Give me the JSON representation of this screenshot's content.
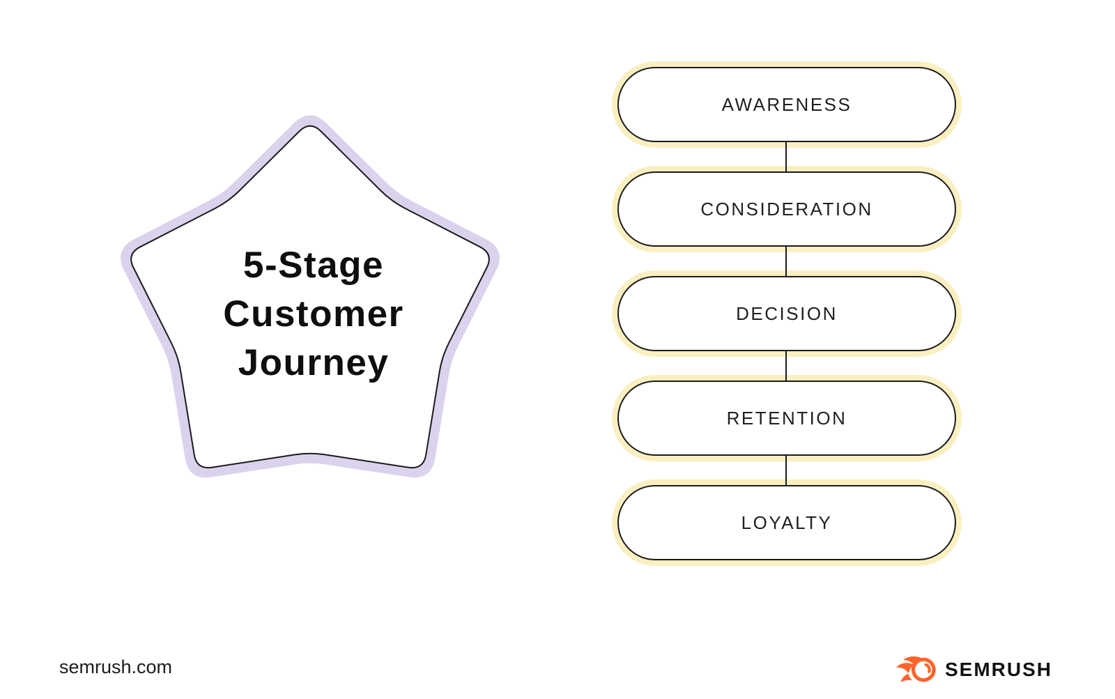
{
  "page": {
    "background": "#ffffff"
  },
  "star_badge": {
    "title_lines": [
      "5-Stage",
      "Customer",
      "Journey"
    ],
    "halo_color": "#DBD2ED",
    "outline_color": "#1b1b1b",
    "fill_color": "#ffffff",
    "text_color": "#0e0e0e"
  },
  "stages": {
    "halo_color": "#F9EFC1",
    "outline_color": "#1b1b1b",
    "fill_color": "#ffffff",
    "items": [
      {
        "label": "AWARENESS"
      },
      {
        "label": "CONSIDERATION"
      },
      {
        "label": "DECISION"
      },
      {
        "label": "RETENTION"
      },
      {
        "label": "LOYALTY"
      }
    ]
  },
  "footer": {
    "site_text": "semrush.com",
    "brand": {
      "wordmark": "SEMRUSH",
      "icon_name": "semrush-flame-icon",
      "brand_color": "#FF642D",
      "text_color": "#121212"
    }
  }
}
